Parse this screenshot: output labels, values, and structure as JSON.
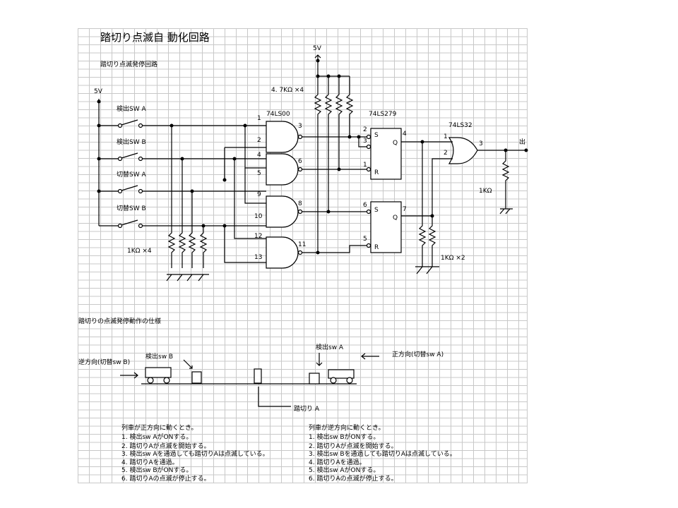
{
  "title": "踏切り点滅自 動化回路",
  "circuit_label": "踏切り点滅発停回路",
  "labels": {
    "vcc_left": "5V",
    "vcc_top": "5V",
    "pullup_top": "4. 7KΩ ×4",
    "pullup_left": "1KΩ   ×4",
    "pulldown_out": "1KΩ",
    "pulldown_bottom": "1KΩ   ×2",
    "ic_nand": "74LS00",
    "ic_rs": "74LS279",
    "ic_or": "74LS32",
    "output": "出"
  },
  "switches": [
    {
      "label": "検出SW   A"
    },
    {
      "label": "検出SW   B"
    },
    {
      "label": "切替SW   A"
    },
    {
      "label": "切替SW   B"
    }
  ],
  "pins": {
    "nand": [
      "1",
      "2",
      "3",
      "4",
      "5",
      "6",
      "9",
      "10",
      "8",
      "12",
      "13",
      "11"
    ],
    "rs1": [
      "2",
      "3",
      "1",
      "4"
    ],
    "rs2": [
      "6",
      "5",
      "7"
    ],
    "or": [
      "1",
      "2",
      "3"
    ],
    "rs_s": "S",
    "rs_r": "R",
    "rs_q": "Q"
  },
  "spec": {
    "heading": "踏切りの点滅発停動作の仕様",
    "sensor_b": "検出sw  B",
    "sensor_a": "検出sw   A",
    "reverse": "逆方向(切替sw   B)",
    "forward": "正方向(切替sw   A)",
    "crossing": "踏切り  A"
  },
  "notes_left": [
    "列車が正方向に動くとき。",
    "1. 検出sw   AがONする。",
    "2. 踏切りAが点滅を開始する。",
    "3. 検出sw   Aを通過しても踏切りAは点滅している。",
    "4. 踏切りAを通過。",
    "5. 検出sw   BがONする。",
    "6. 踏切りAの点滅が停止する。"
  ],
  "notes_right": [
    "列車が逆方向に動くとき。",
    "1. 検出sw   BがONする。",
    "2. 踏切りAが点滅を開始する。",
    "3. 検出sw   Bを通過しても踏切りAは点滅している。",
    "4. 踏切りAを通過。",
    "5. 検出sw   AがONする。",
    "6. 踏切りAの点滅が停止する。"
  ]
}
